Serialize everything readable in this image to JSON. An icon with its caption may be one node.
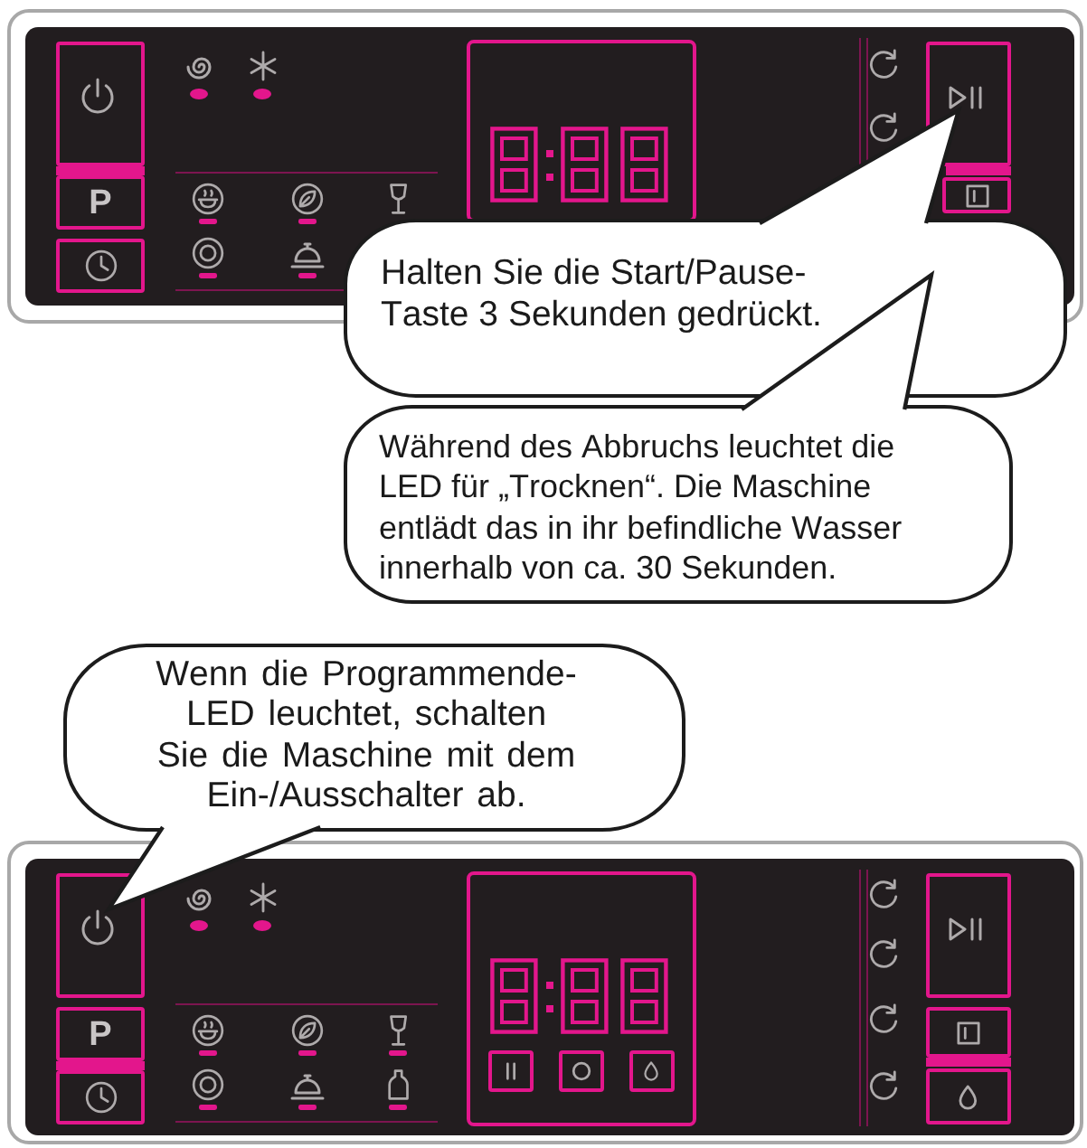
{
  "diagram": {
    "nodes": [
      {
        "text": [],
        "shape": "picture"
      },
      {
        "text": [
          "Halten Sie die Start/Pause-Taste 3 Sekunden gedrückt."
        ]
      },
      {
        "text": [
          "Während des Abbruchs leuchtet die LED für „Trocknen“. Die Maschine entlädt das in ihr befindliche Wasser innerhalb von ca. 30 Sekunden."
        ]
      },
      {
        "text": [
          "Wenn die Programmende-LED leuchtet, schalten Sie die Maschine mit dem Ein-/Ausschalter ab."
        ]
      },
      {
        "text": [],
        "shape": "picture"
      }
    ],
    "edges": [
      {
        "from": 1,
        "to": 0,
        "arrow": "none"
      },
      {
        "from": 2,
        "to": 1,
        "arrow": "none"
      },
      {
        "from": 3,
        "to": 4,
        "arrow": "none"
      }
    ],
    "labels": [
      "P",
      "P"
    ]
  }
}
